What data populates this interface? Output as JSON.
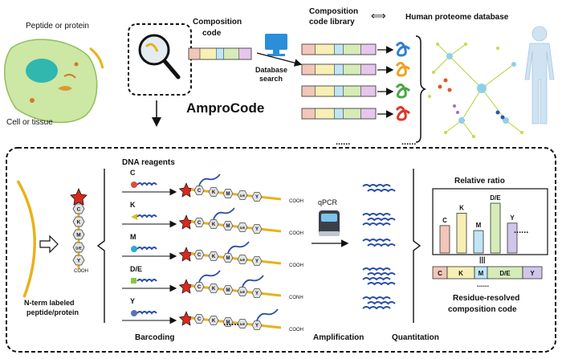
{
  "top": {
    "peptide_label": "Peptide or protein",
    "cell_label": "Cell or tissue",
    "composition_code_label": [
      "Composition",
      "code"
    ],
    "database_search_label": [
      "Database",
      "search"
    ],
    "library_label": [
      "Composition",
      "code library"
    ],
    "proteome_label": "Human proteome database",
    "method_name": "AmproCode",
    "ellipsis": "......"
  },
  "bottom": {
    "dna_reagents_label": "DNA reagents",
    "residues": [
      "C",
      "K",
      "M",
      "D/E",
      "Y"
    ],
    "residue_colors": [
      "#e04a3a",
      "#d9c020",
      "#2aa8d8",
      "#8dc63f",
      "#5a6fc2"
    ],
    "terminal_groups": [
      "COOH",
      "COOH",
      "COOH",
      "CONH",
      "COOH"
    ],
    "chain_terminal": "COOH",
    "ntermlabel": [
      "N-term labeled",
      "peptide/protein"
    ],
    "qpcr_label": "qPCR",
    "relative_ratio_label": "Relative ratio",
    "bar_values": [
      0.55,
      0.8,
      0.45,
      1.0,
      0.6
    ],
    "equivalence": "|||",
    "code_cells": [
      "C",
      "K",
      "M",
      "D/E",
      "Y"
    ],
    "code_colors": [
      "#f2c6b8",
      "#f7efb4",
      "#bfe6f5",
      "#d5ecb8",
      "#cfc6ea"
    ],
    "result_label": [
      "Residue-resolved",
      "composition code"
    ],
    "stage_labels": [
      "Barcoding",
      "Amplification",
      "Quantitation"
    ],
    "ellipsis": "......"
  },
  "library_strip_colors": [
    [
      "#f2c6b8",
      "#f7efb4",
      "#bfe6f5",
      "#d5ecb8",
      "#e6c6ec"
    ],
    [
      "#f2c6b8",
      "#f7efb4",
      "#bfe6f5",
      "#d5ecb8",
      "#e6c6ec"
    ],
    [
      "#f2c6b8",
      "#f7efb4",
      "#bfe6f5",
      "#d5ecb8",
      "#e6c6ec"
    ],
    [
      "#f2c6b8",
      "#f7efb4",
      "#bfe6f5",
      "#d5ecb8",
      "#e6c6ec"
    ]
  ],
  "protein_colors": [
    "#2f7fd4",
    "#f0a020",
    "#4aa640",
    "#e0352b"
  ]
}
